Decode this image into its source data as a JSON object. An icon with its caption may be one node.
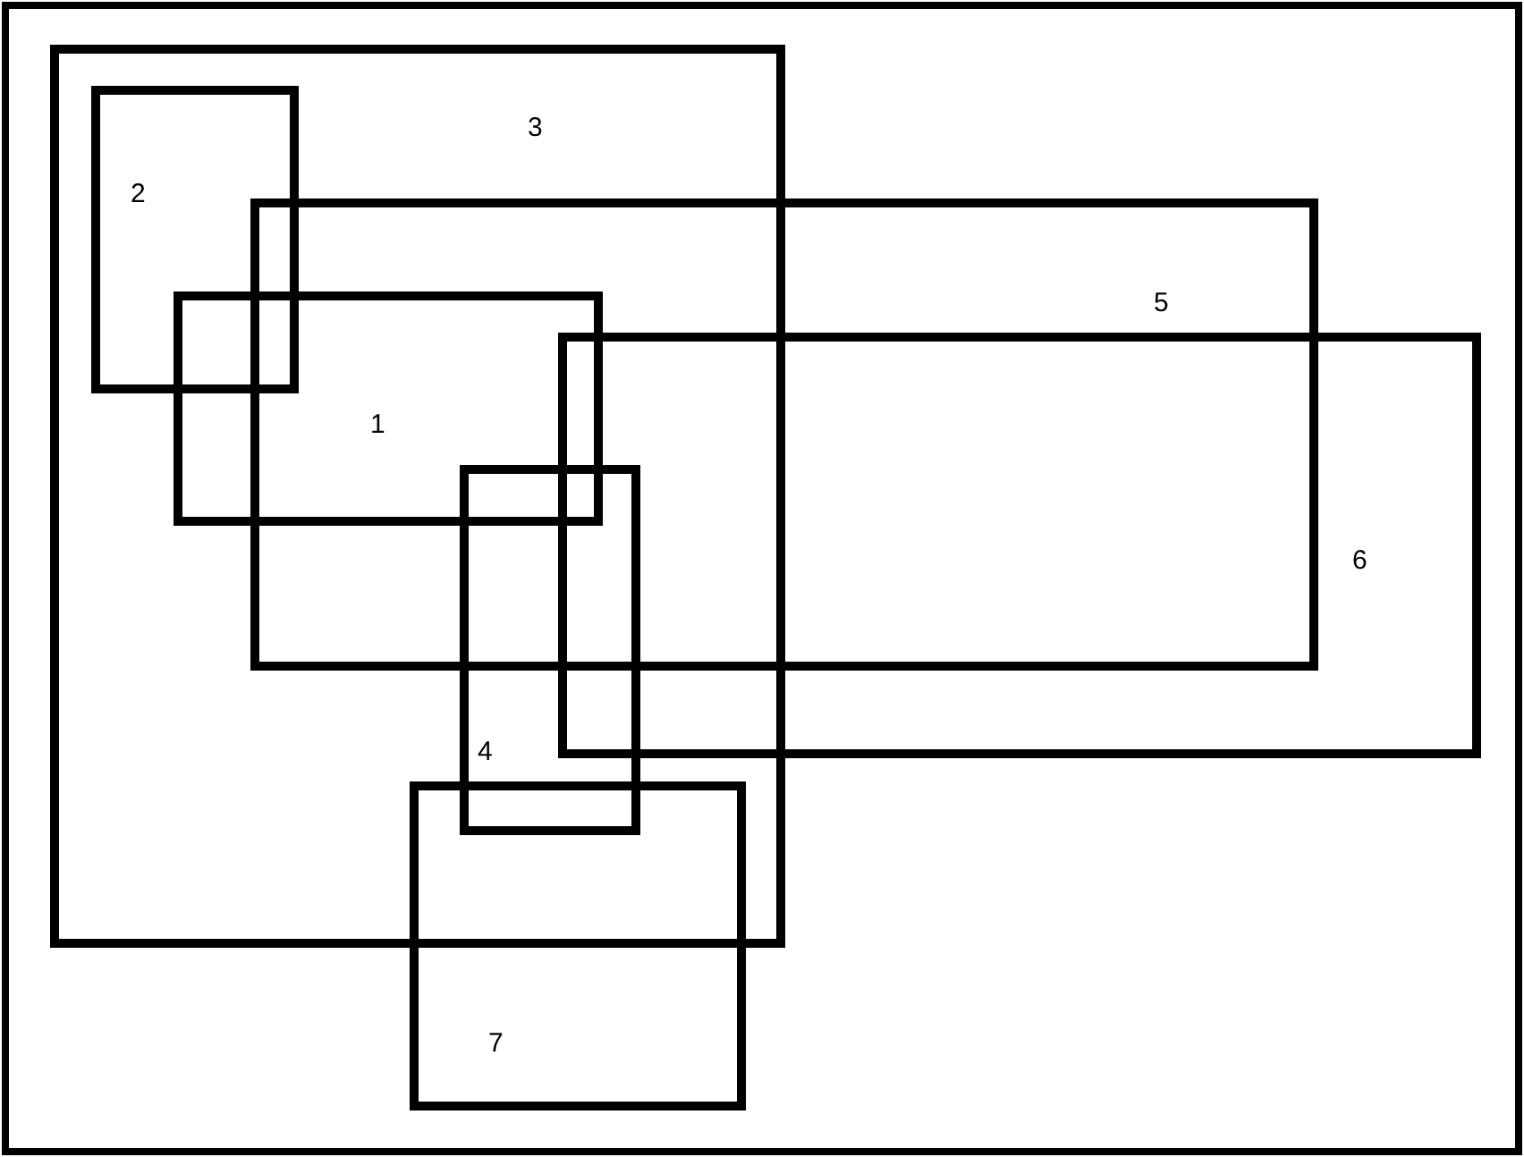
{
  "diagram": {
    "nodes": [
      {
        "text": [
          "3"
        ]
      },
      {
        "text": [
          "2"
        ],
        "in": 0
      },
      {
        "text": [
          "1"
        ],
        "in": 0
      },
      {
        "text": [
          "5"
        ]
      },
      {
        "text": [
          "6"
        ]
      },
      {
        "text": [
          "4"
        ],
        "in": 0
      },
      {
        "text": [
          "7"
        ]
      }
    ],
    "edges": []
  }
}
